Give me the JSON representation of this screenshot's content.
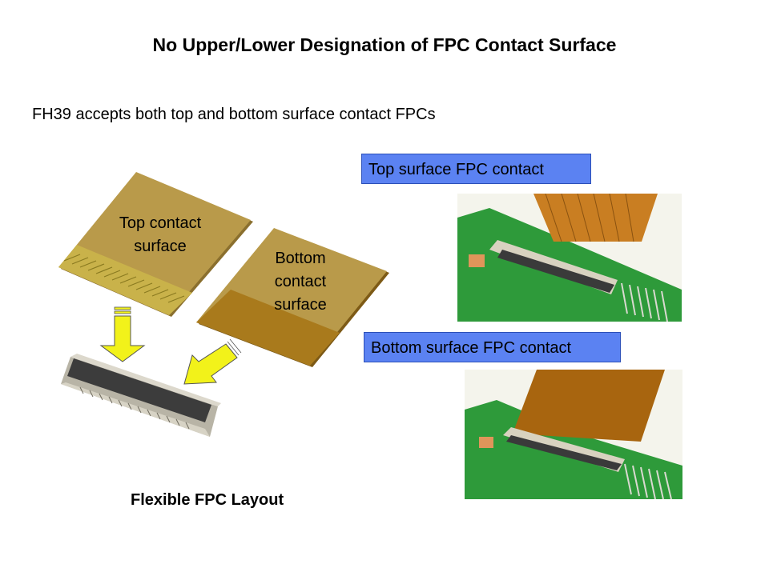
{
  "slide": {
    "title": "No Upper/Lower Designation of FPC Contact Surface",
    "subtitle": "FH39 accepts both top and bottom surface contact FPCs",
    "caption": "Flexible FPC Layout"
  },
  "diagram": {
    "top_label_line1": "Top contact",
    "top_label_line2": "surface",
    "bottom_label_line1": "Bottom",
    "bottom_label_line2": "contact",
    "bottom_label_line3": "surface"
  },
  "callouts": {
    "top": "Top surface FPC contact",
    "bottom": "Bottom surface FPC contact"
  },
  "colors": {
    "callout_fill": "#5b82f2",
    "fpc_tan": "#b99a4a",
    "fpc_brown": "#a97a1c",
    "arrow_yellow": "#f2f21a",
    "pcb_green": "#2e9a3a"
  }
}
